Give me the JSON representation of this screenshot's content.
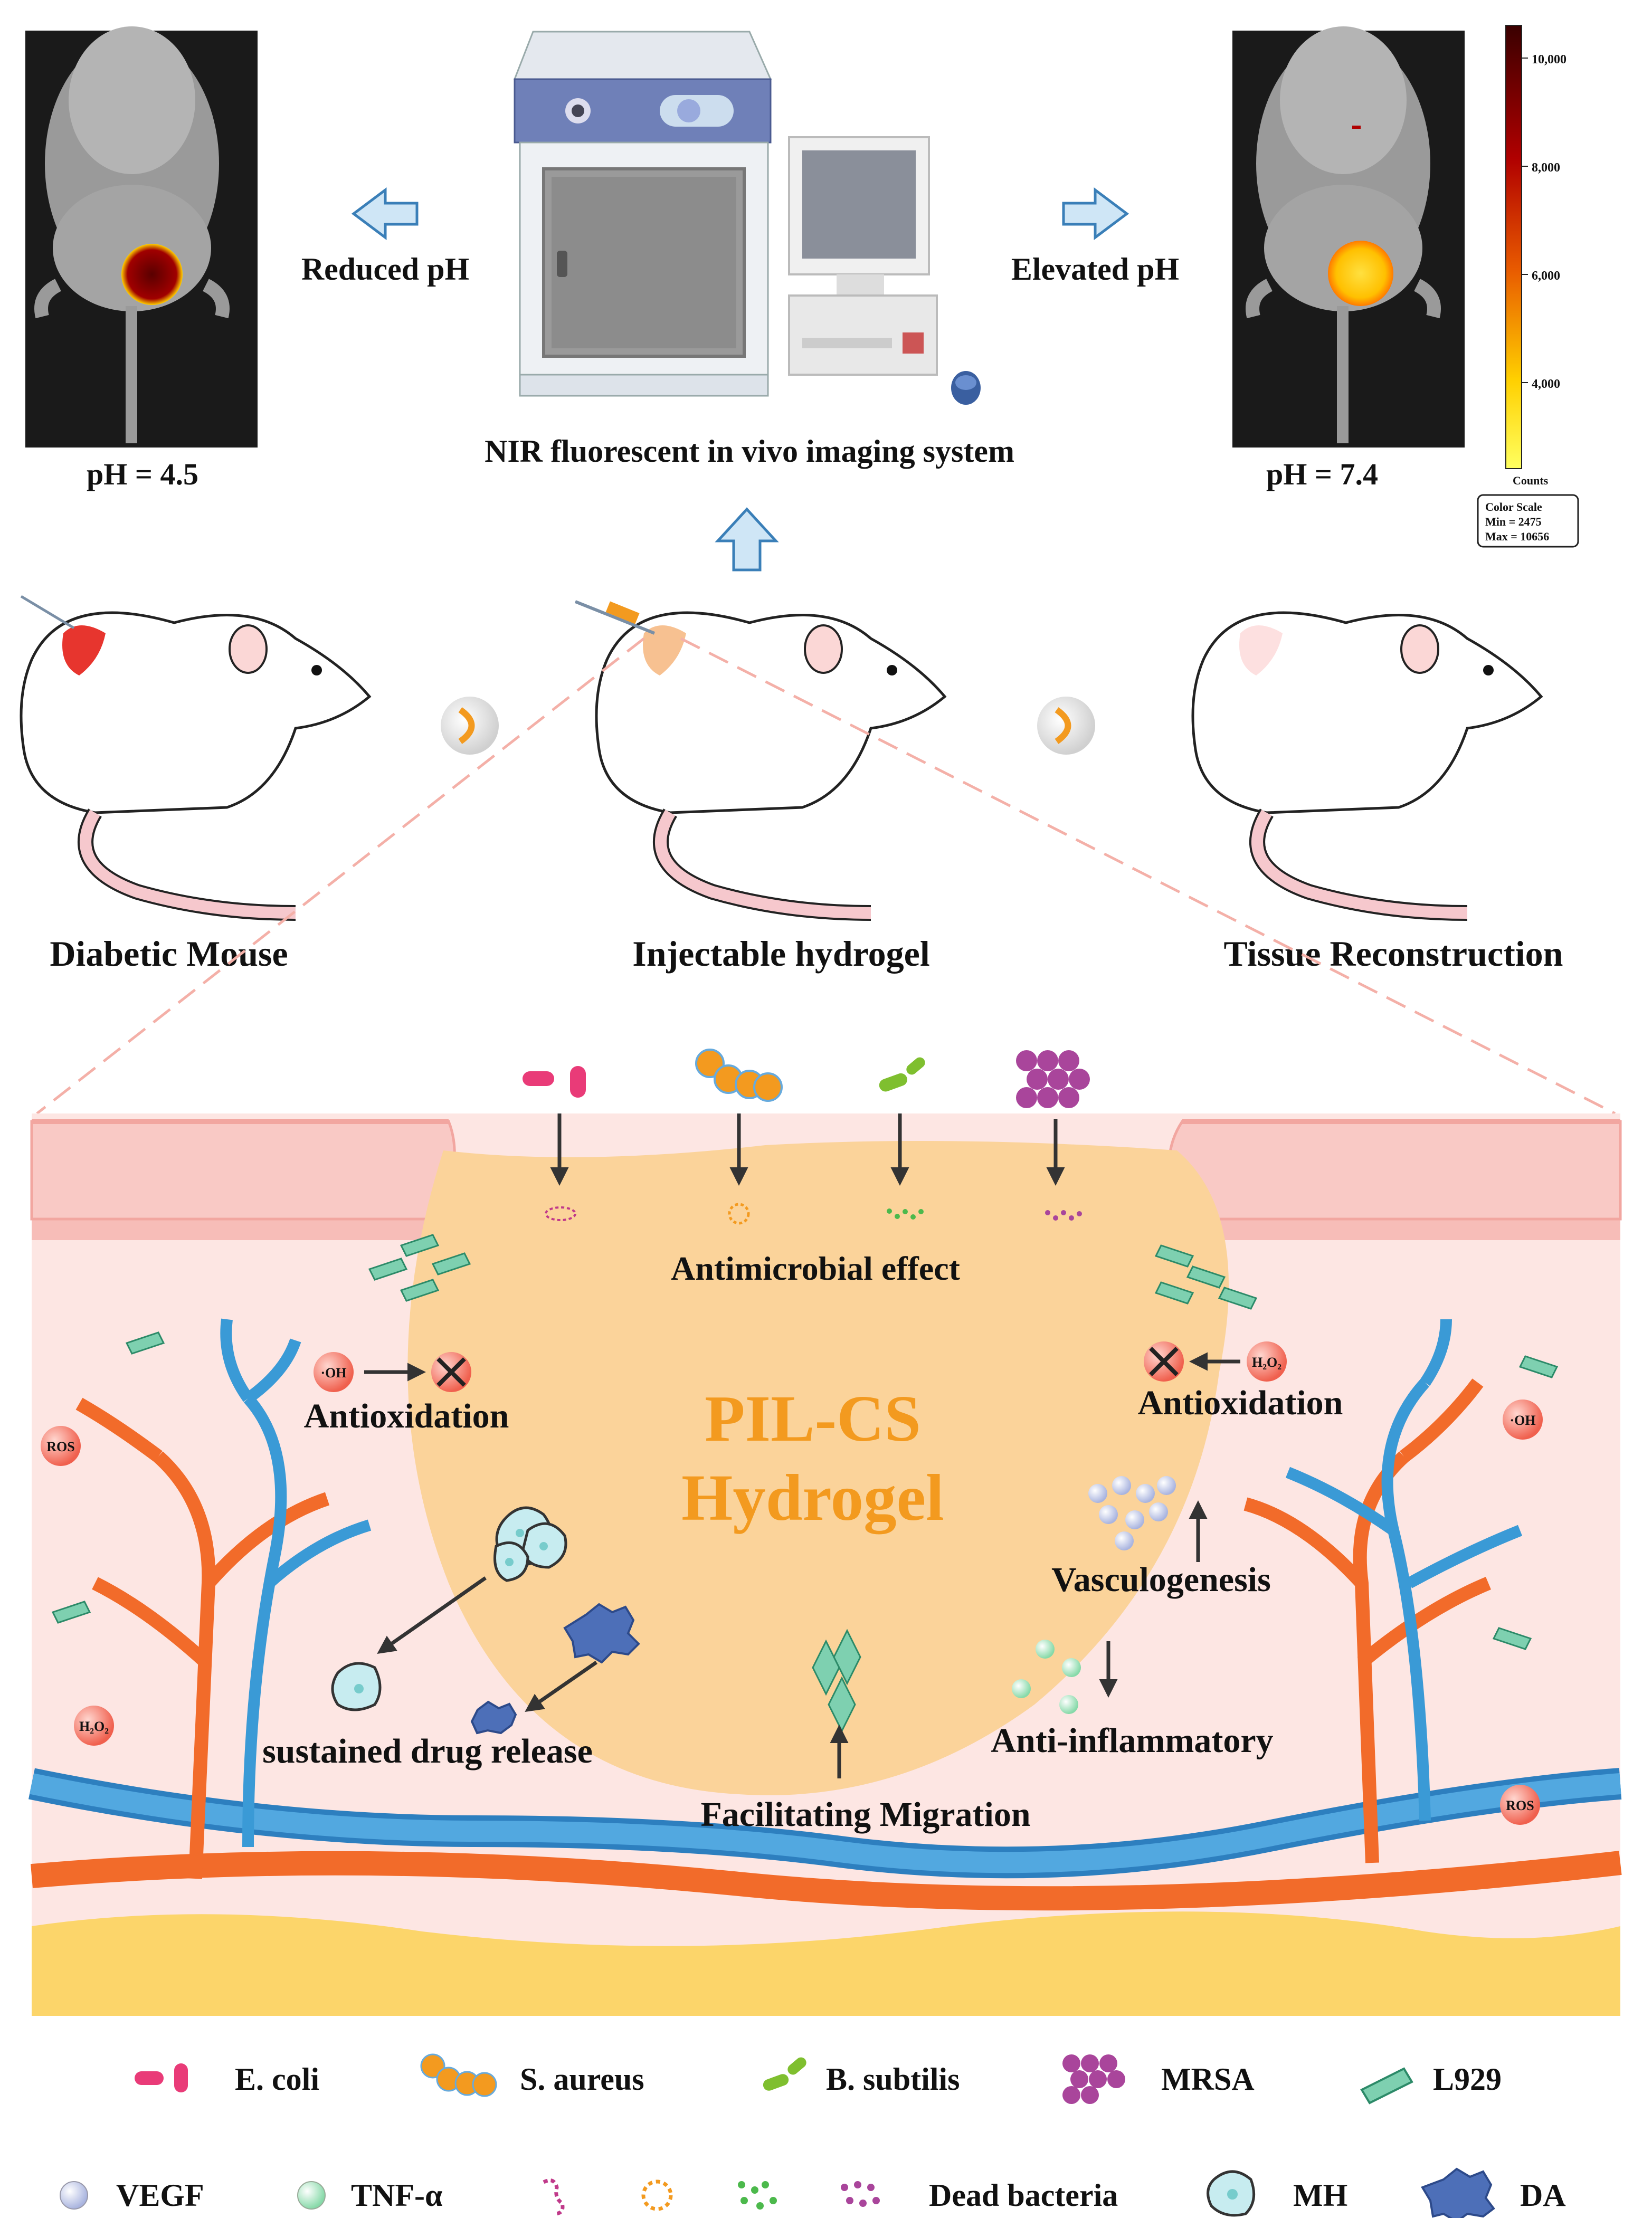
{
  "imaging": {
    "left_ph": "pH = 4.5",
    "right_ph": "pH = 7.4",
    "reduced": "Reduced pH",
    "elevated": "Elevated pH",
    "system": "NIR fluorescent in vivo imaging system",
    "scale": {
      "ticks": [
        "10,000",
        "8,000",
        "6,000",
        "4,000"
      ],
      "counts": "Counts",
      "title": "Color Scale",
      "min": "Min = 2475",
      "max": "Max = 10656",
      "colors": [
        "#3a0000",
        "#b00000",
        "#e85a00",
        "#ffd000",
        "#ffff60"
      ]
    }
  },
  "stages": {
    "diabetic": "Diabetic Mouse",
    "injectable": "Injectable hydrogel",
    "reconstruction": "Tissue Reconstruction"
  },
  "wound": {
    "antimicrobial": "Antimicrobial effect",
    "hydrogel_line1": "PIL-CS",
    "hydrogel_line2": "Hydrogel",
    "antiox_left": "Antioxidation",
    "antiox_right": "Antioxidation",
    "vasculogenesis": "Vasculogenesis",
    "anti_inflammatory": "Anti-inflammatory",
    "sustained": "sustained drug release",
    "migration": "Facilitating Migration",
    "oh": "·OH",
    "h2o2": "H₂O₂",
    "ros": "ROS"
  },
  "legend": {
    "ecoli": "E. coli",
    "saureus": "S. aureus",
    "bsubtilis": "B. subtilis",
    "mrsa": "MRSA",
    "l929": "L929",
    "vegf": "VEGF",
    "tnf": "TNF-α",
    "dead": "Dead bacteria",
    "mh": "MH",
    "da": "DA"
  },
  "colors": {
    "hydrogel": "#fbd39a",
    "hydrogel_text": "#f39a1f",
    "artery": "#f26b2a",
    "vein": "#3a9ad6",
    "skin": "#fde6e3",
    "fat": "#fcd56a",
    "ecoli": "#e93b78",
    "saureus": "#f39a1f",
    "bsubtilis": "#7fbf2f",
    "mrsa": "#a9459b",
    "l929": "#7ed0b0"
  }
}
